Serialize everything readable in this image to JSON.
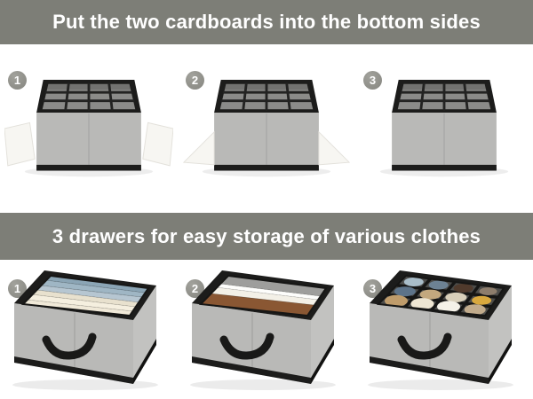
{
  "colors": {
    "page_bg": "#ffffff",
    "banner_bg": "#7d7e77",
    "banner_text": "#ffffff",
    "badge_bg": "#8c8c86",
    "badge_highlight": "#a2a29c",
    "badge_text": "#ffffff",
    "box_trim": "#1c1c1b",
    "box_front": "#b9b9b7",
    "box_side": "#c2c2c0",
    "box_interior": "#8b8b89",
    "divider": "#232322",
    "cardboard": "#f7f6f2"
  },
  "clothes_palette": {
    "drawer1_rolls_front_to_back": [
      "#f0e9d8",
      "#f5efdf",
      "#e8e1ce",
      "#b6c6d1",
      "#9fb6c4",
      "#8ba5b5"
    ],
    "drawer2_stacks_front_to_back": [
      "#8a5733",
      "#f3f0e7",
      "#fdfdfb",
      "#9e9e9c"
    ],
    "drawer3_grid_back_row": [
      "#a9bdc9",
      "#6d8294",
      "#503a2c",
      "#8d7d6c"
    ],
    "drawer3_grid_middle_row": [
      "#5d7389",
      "#c3a87e",
      "#d8cfba",
      "#d8a83e"
    ],
    "drawer3_grid_front_row": [
      "#bf9c6b",
      "#eee6d3",
      "#f4f1e8",
      "#c1ab8c"
    ]
  },
  "sections": [
    {
      "banner": "Put the two cardboards into the bottom sides",
      "steps": [
        {
          "number": "1"
        },
        {
          "number": "2"
        },
        {
          "number": "3"
        }
      ]
    },
    {
      "banner": "3 drawers for easy storage of various clothes",
      "steps": [
        {
          "number": "1"
        },
        {
          "number": "2"
        },
        {
          "number": "3"
        }
      ]
    }
  ]
}
